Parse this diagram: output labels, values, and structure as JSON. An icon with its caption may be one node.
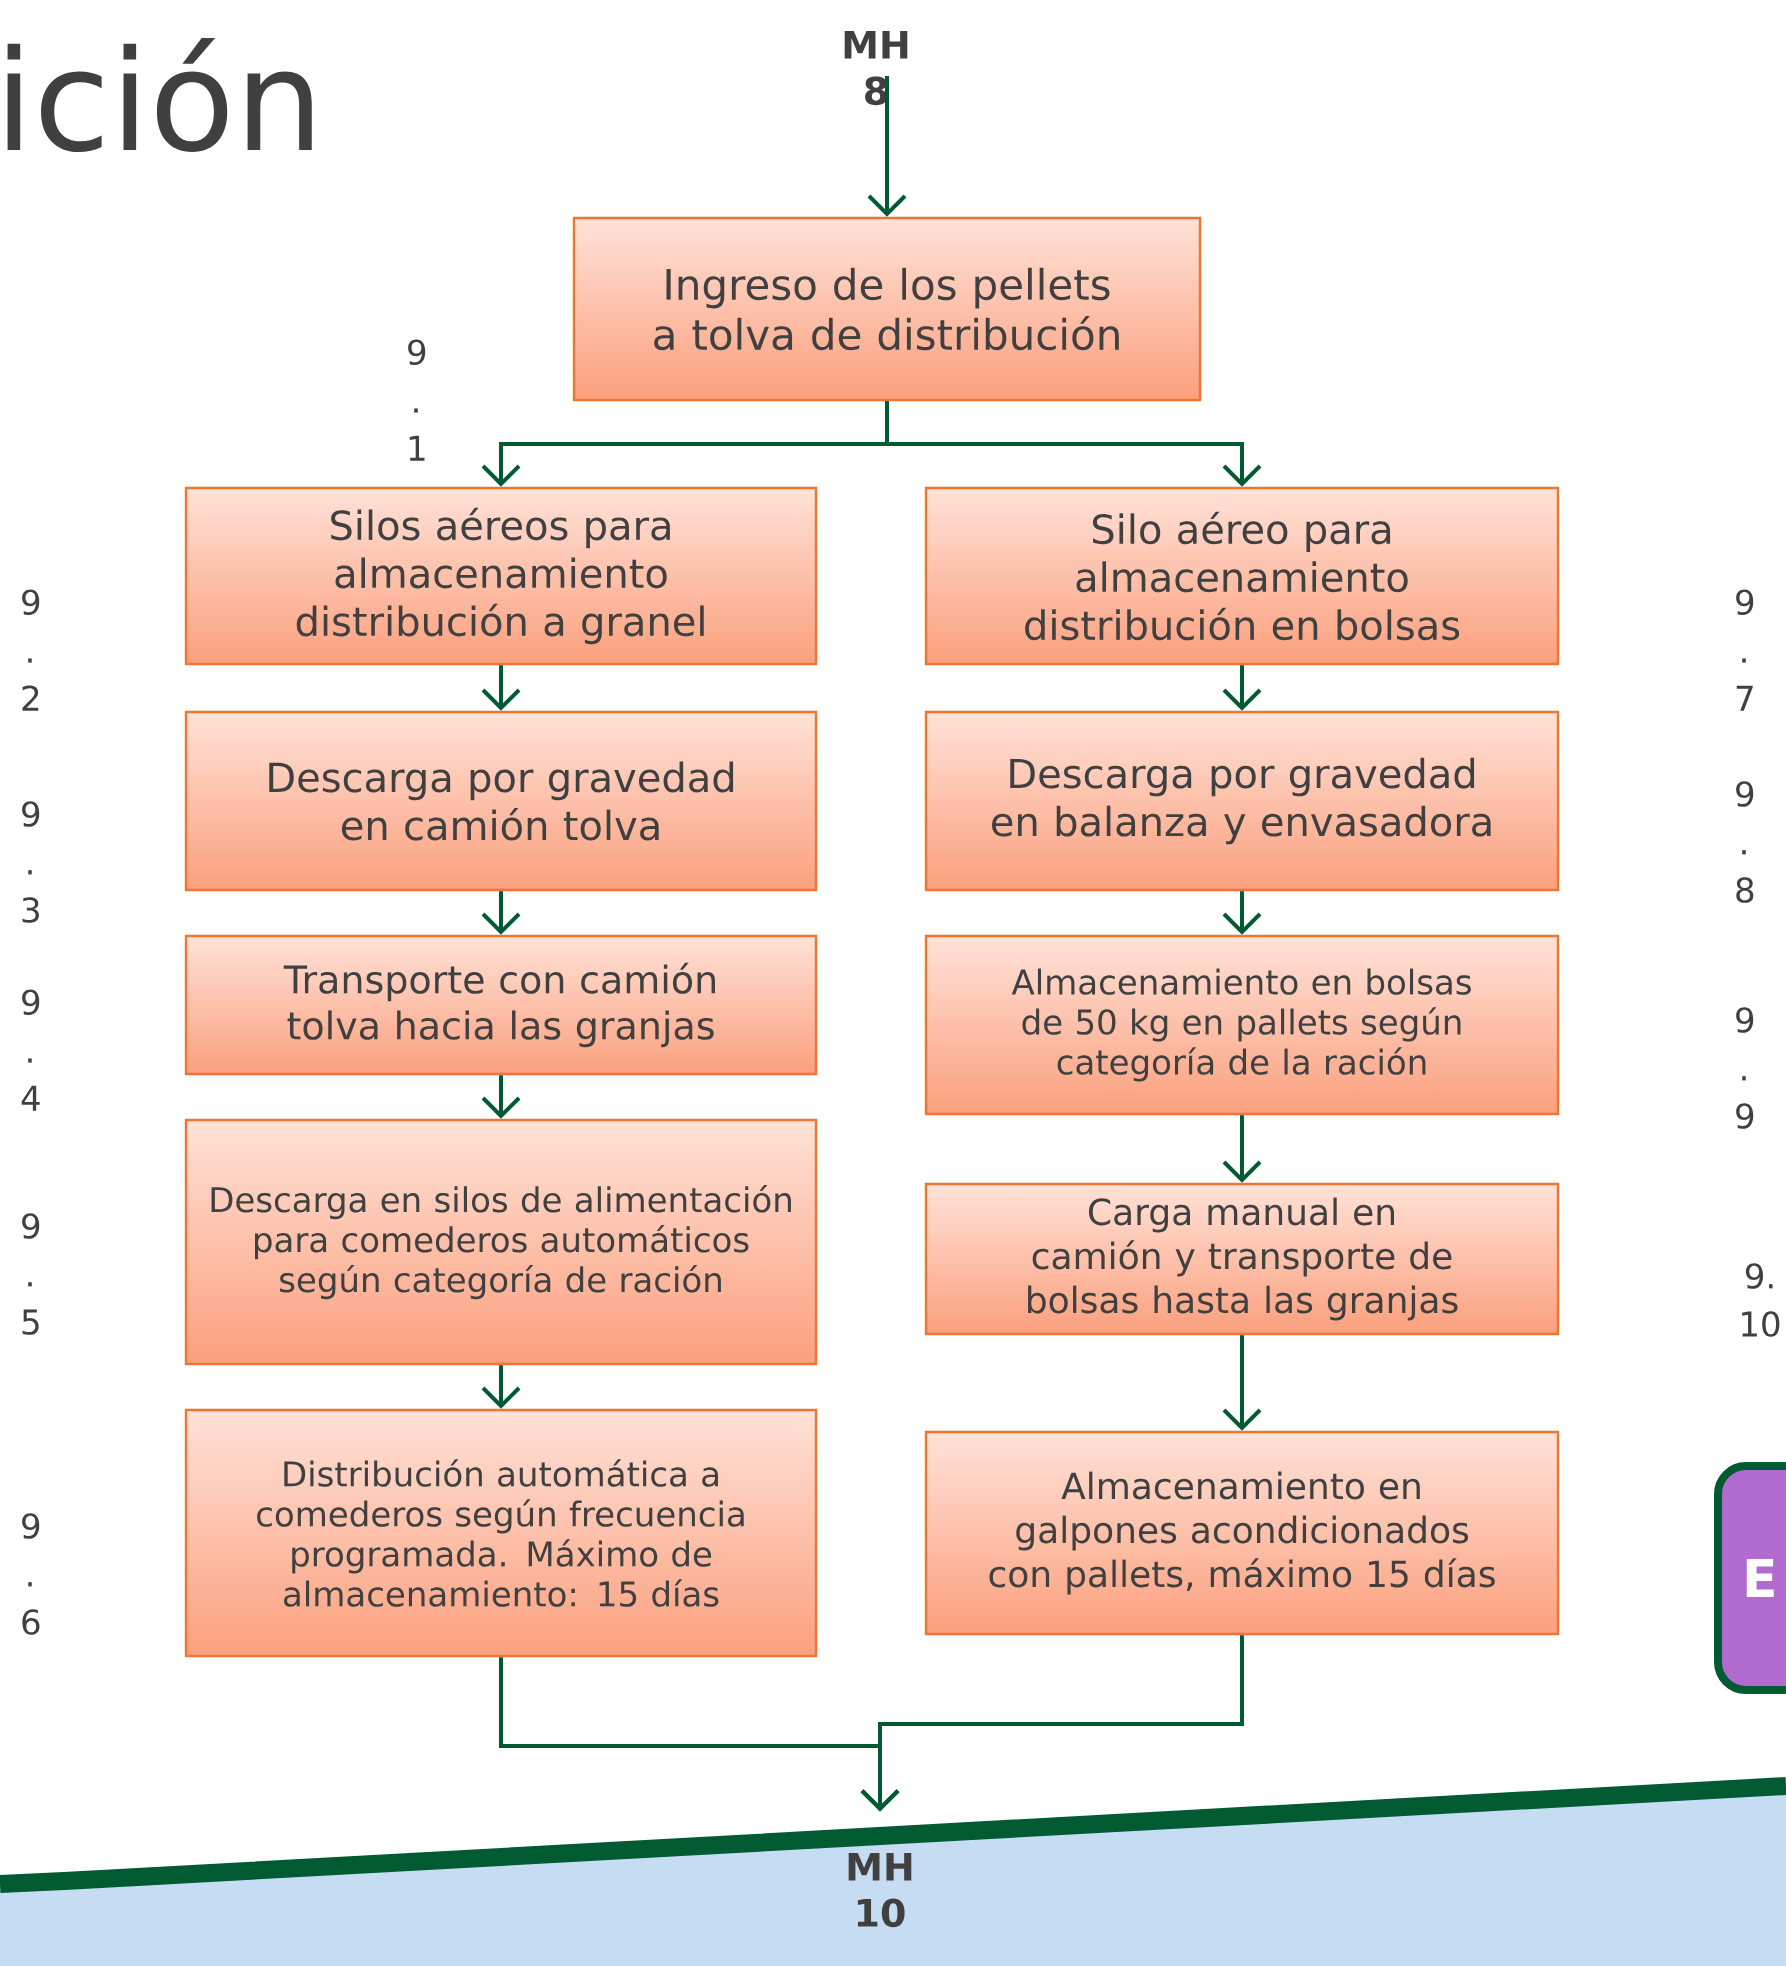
{
  "diagram": {
    "title": "ición",
    "nodes": [
      {
        "text": [
          "MH 8"
        ]
      },
      {
        "text": [
          "Ingreso de los pellets a tolva de distribución"
        ]
      },
      {
        "text": [
          "Silos aéreos para almacenamiento distribución a granel"
        ]
      },
      {
        "text": [
          "Silo aéreo para almacenamiento distribución en bolsas"
        ]
      },
      {
        "text": [
          "Descarga por gravedad en camión tolva"
        ]
      },
      {
        "text": [
          "Descarga por gravedad en balanza y envasadora"
        ]
      },
      {
        "text": [
          "Transporte con camión tolva hacia las granjas"
        ]
      },
      {
        "text": [
          "Almacenamiento en bolsas de 50 kg en pallets según categoría de la ración"
        ]
      },
      {
        "text": [
          "Descarga en silos de alimentación para comederos automáticos según categoría de ración"
        ]
      },
      {
        "text": [
          "Carga manual en camión y transporte de bolsas hasta las granjas"
        ]
      },
      {
        "text": [
          "Distribución automática a comederos según frecuencia programada. Máximo de almacenamiento: 15 días"
        ]
      },
      {
        "text": [
          "Almacenamiento en galpones acondicionados con pallets, máximo 15 días"
        ]
      },
      {
        "text": [
          "MH 10"
        ]
      },
      {
        "text": [
          "E"
        ]
      }
    ],
    "edges": [
      {
        "from": 0,
        "to": 1,
        "arrow": "to"
      },
      {
        "from": 1,
        "to": 2,
        "arrow": "to"
      },
      {
        "from": 1,
        "to": 3,
        "arrow": "to"
      },
      {
        "from": 2,
        "to": 4,
        "arrow": "to"
      },
      {
        "from": 4,
        "to": 6,
        "arrow": "to"
      },
      {
        "from": 6,
        "to": 8,
        "arrow": "to"
      },
      {
        "from": 8,
        "to": 10,
        "arrow": "to"
      },
      {
        "from": 3,
        "to": 5,
        "arrow": "to"
      },
      {
        "from": 5,
        "to": 7,
        "arrow": "to"
      },
      {
        "from": 7,
        "to": 9,
        "arrow": "to"
      },
      {
        "from": 9,
        "to": 11,
        "arrow": "to"
      },
      {
        "from": 10,
        "to": 12,
        "arrow": "to"
      },
      {
        "from": 11,
        "to": 12,
        "arrow": "to"
      }
    ],
    "labels": [
      "9 . 1",
      "9 . 2",
      "9 . 3",
      "9 . 4",
      "9 . 5",
      "9 . 6",
      "9 . 7",
      "9 . 8",
      "9 . 9",
      "9. 10"
    ]
  }
}
